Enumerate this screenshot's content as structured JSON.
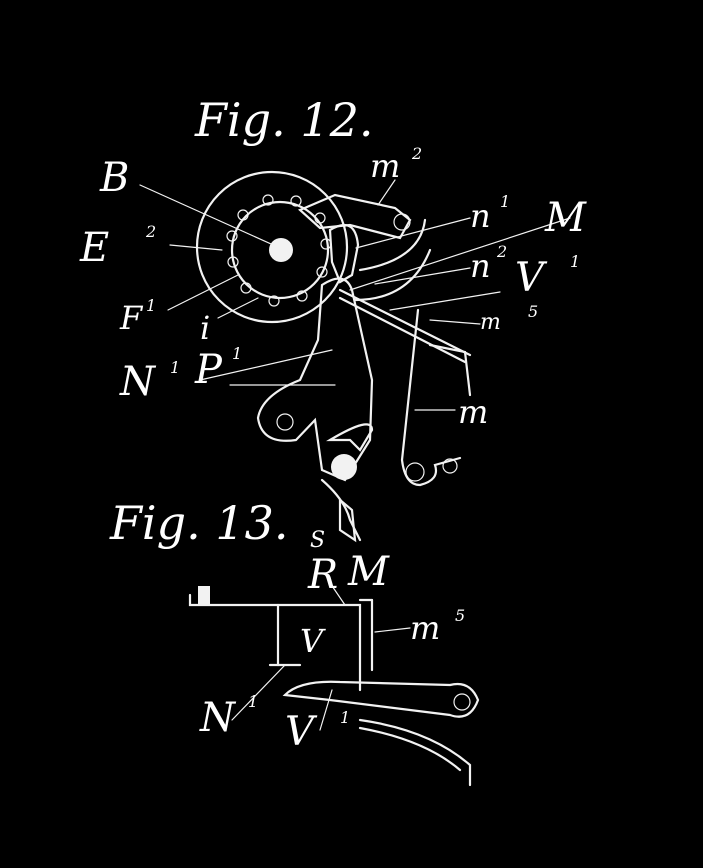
{
  "fig12": {
    "title": "Fig. 12.",
    "labels": {
      "B": "B",
      "E2": "E",
      "E2_sup": "2",
      "F1": "F",
      "F1_sup": "1",
      "i": "i",
      "m2_top": "m",
      "m2_top_sup": "2",
      "n1": "n",
      "n1_sup": "1",
      "M": "M",
      "n2": "n",
      "n2_sup": "2",
      "V1": "V",
      "V1_sup": "1",
      "m5": "m",
      "m5_sup": "5",
      "N1": "N",
      "N1_sup": "1",
      "P1": "P",
      "P1_sup": "1",
      "m": "m"
    }
  },
  "fig13": {
    "title": "Fig. 13.",
    "labels": {
      "S": "S",
      "R": "R",
      "M": "M",
      "V": "V",
      "m5": "m",
      "m5_sup": "5",
      "N1": "N",
      "N1_sup": "1",
      "V1": "V",
      "V1_sup": "1"
    }
  },
  "colors": {
    "background": "#000000",
    "ink": "#f2f2f2"
  }
}
